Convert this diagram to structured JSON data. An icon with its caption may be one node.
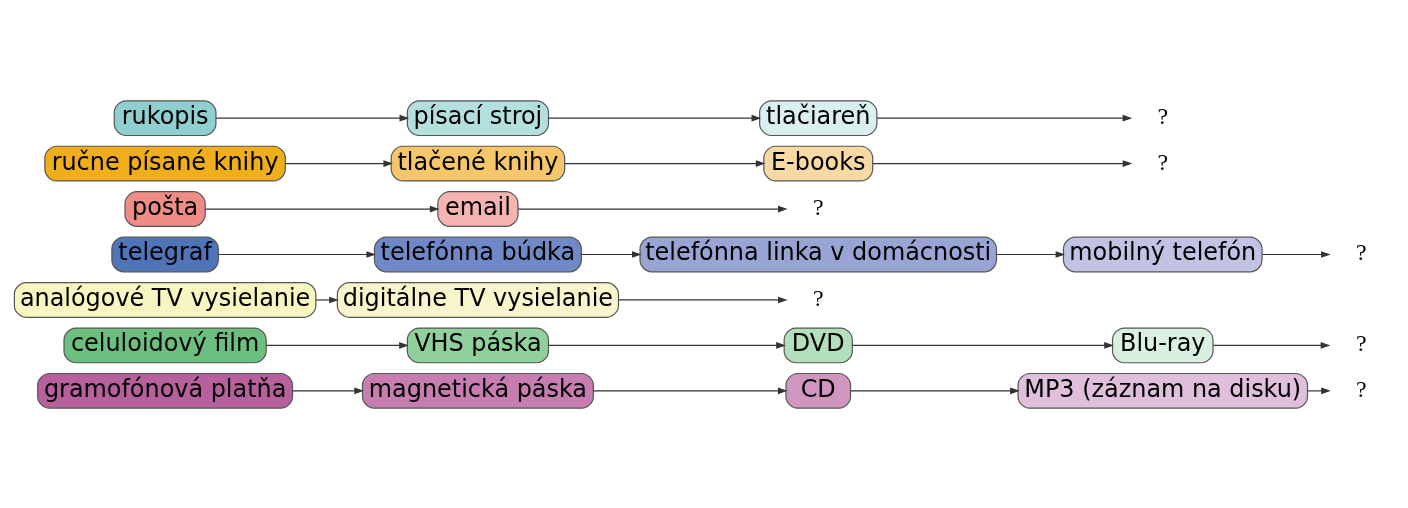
{
  "diagram": {
    "nodes": [
      {
        "text": [
          "gramofónová platňa"
        ]
      },
      {
        "text": [
          "magnetická páska"
        ]
      },
      {
        "text": [
          "CD"
        ]
      },
      {
        "text": [
          "MP3 (záznam na disku)"
        ]
      },
      {
        "text": [
          "?"
        ]
      },
      {
        "text": [
          "celuloidový film"
        ]
      },
      {
        "text": [
          "VHS páska"
        ]
      },
      {
        "text": [
          "DVD"
        ]
      },
      {
        "text": [
          "Blu-ray"
        ]
      },
      {
        "text": [
          "?"
        ]
      },
      {
        "text": [
          "analógové TV vysielanie"
        ]
      },
      {
        "text": [
          "digitálne TV vysielanie"
        ]
      },
      {
        "text": [
          "?"
        ]
      },
      {
        "text": [
          "telegraf"
        ]
      },
      {
        "text": [
          "telefónna búdka"
        ]
      },
      {
        "text": [
          "telefónna linka v domácnosti"
        ]
      },
      {
        "text": [
          "mobilný telefón"
        ]
      },
      {
        "text": [
          "?"
        ]
      },
      {
        "text": [
          "pošta"
        ]
      },
      {
        "text": [
          "email"
        ]
      },
      {
        "text": [
          "?"
        ]
      },
      {
        "text": [
          "ručne písané knihy"
        ]
      },
      {
        "text": [
          "tlačené knihy"
        ]
      },
      {
        "text": [
          "E-books"
        ]
      },
      {
        "text": [
          "?"
        ]
      },
      {
        "text": [
          "rukopis"
        ]
      },
      {
        "text": [
          "písací stroj"
        ]
      },
      {
        "text": [
          "tlačiareň"
        ]
      },
      {
        "text": [
          "?"
        ]
      }
    ],
    "edges": [
      {
        "from": 0,
        "to": 1,
        "arrow": "to"
      },
      {
        "from": 1,
        "to": 2,
        "arrow": "to"
      },
      {
        "from": 2,
        "to": 3,
        "arrow": "to"
      },
      {
        "from": 3,
        "to": 4,
        "arrow": "to"
      },
      {
        "from": 5,
        "to": 6,
        "arrow": "to"
      },
      {
        "from": 6,
        "to": 7,
        "arrow": "to"
      },
      {
        "from": 7,
        "to": 8,
        "arrow": "to"
      },
      {
        "from": 8,
        "to": 9,
        "arrow": "to"
      },
      {
        "from": 10,
        "to": 11,
        "arrow": "to"
      },
      {
        "from": 11,
        "to": 12,
        "arrow": "to"
      },
      {
        "from": 13,
        "to": 14,
        "arrow": "to"
      },
      {
        "from": 14,
        "to": 15,
        "arrow": "to"
      },
      {
        "from": 15,
        "to": 16,
        "arrow": "to"
      },
      {
        "from": 16,
        "to": 17,
        "arrow": "to"
      },
      {
        "from": 18,
        "to": 19,
        "arrow": "to"
      },
      {
        "from": 19,
        "to": 20,
        "arrow": "to"
      },
      {
        "from": 21,
        "to": 22,
        "arrow": "to"
      },
      {
        "from": 22,
        "to": 23,
        "arrow": "to"
      },
      {
        "from": 23,
        "to": 24,
        "arrow": "to"
      },
      {
        "from": 25,
        "to": 26,
        "arrow": "to"
      },
      {
        "from": 26,
        "to": 27,
        "arrow": "to"
      },
      {
        "from": 27,
        "to": 28,
        "arrow": "to"
      }
    ]
  }
}
